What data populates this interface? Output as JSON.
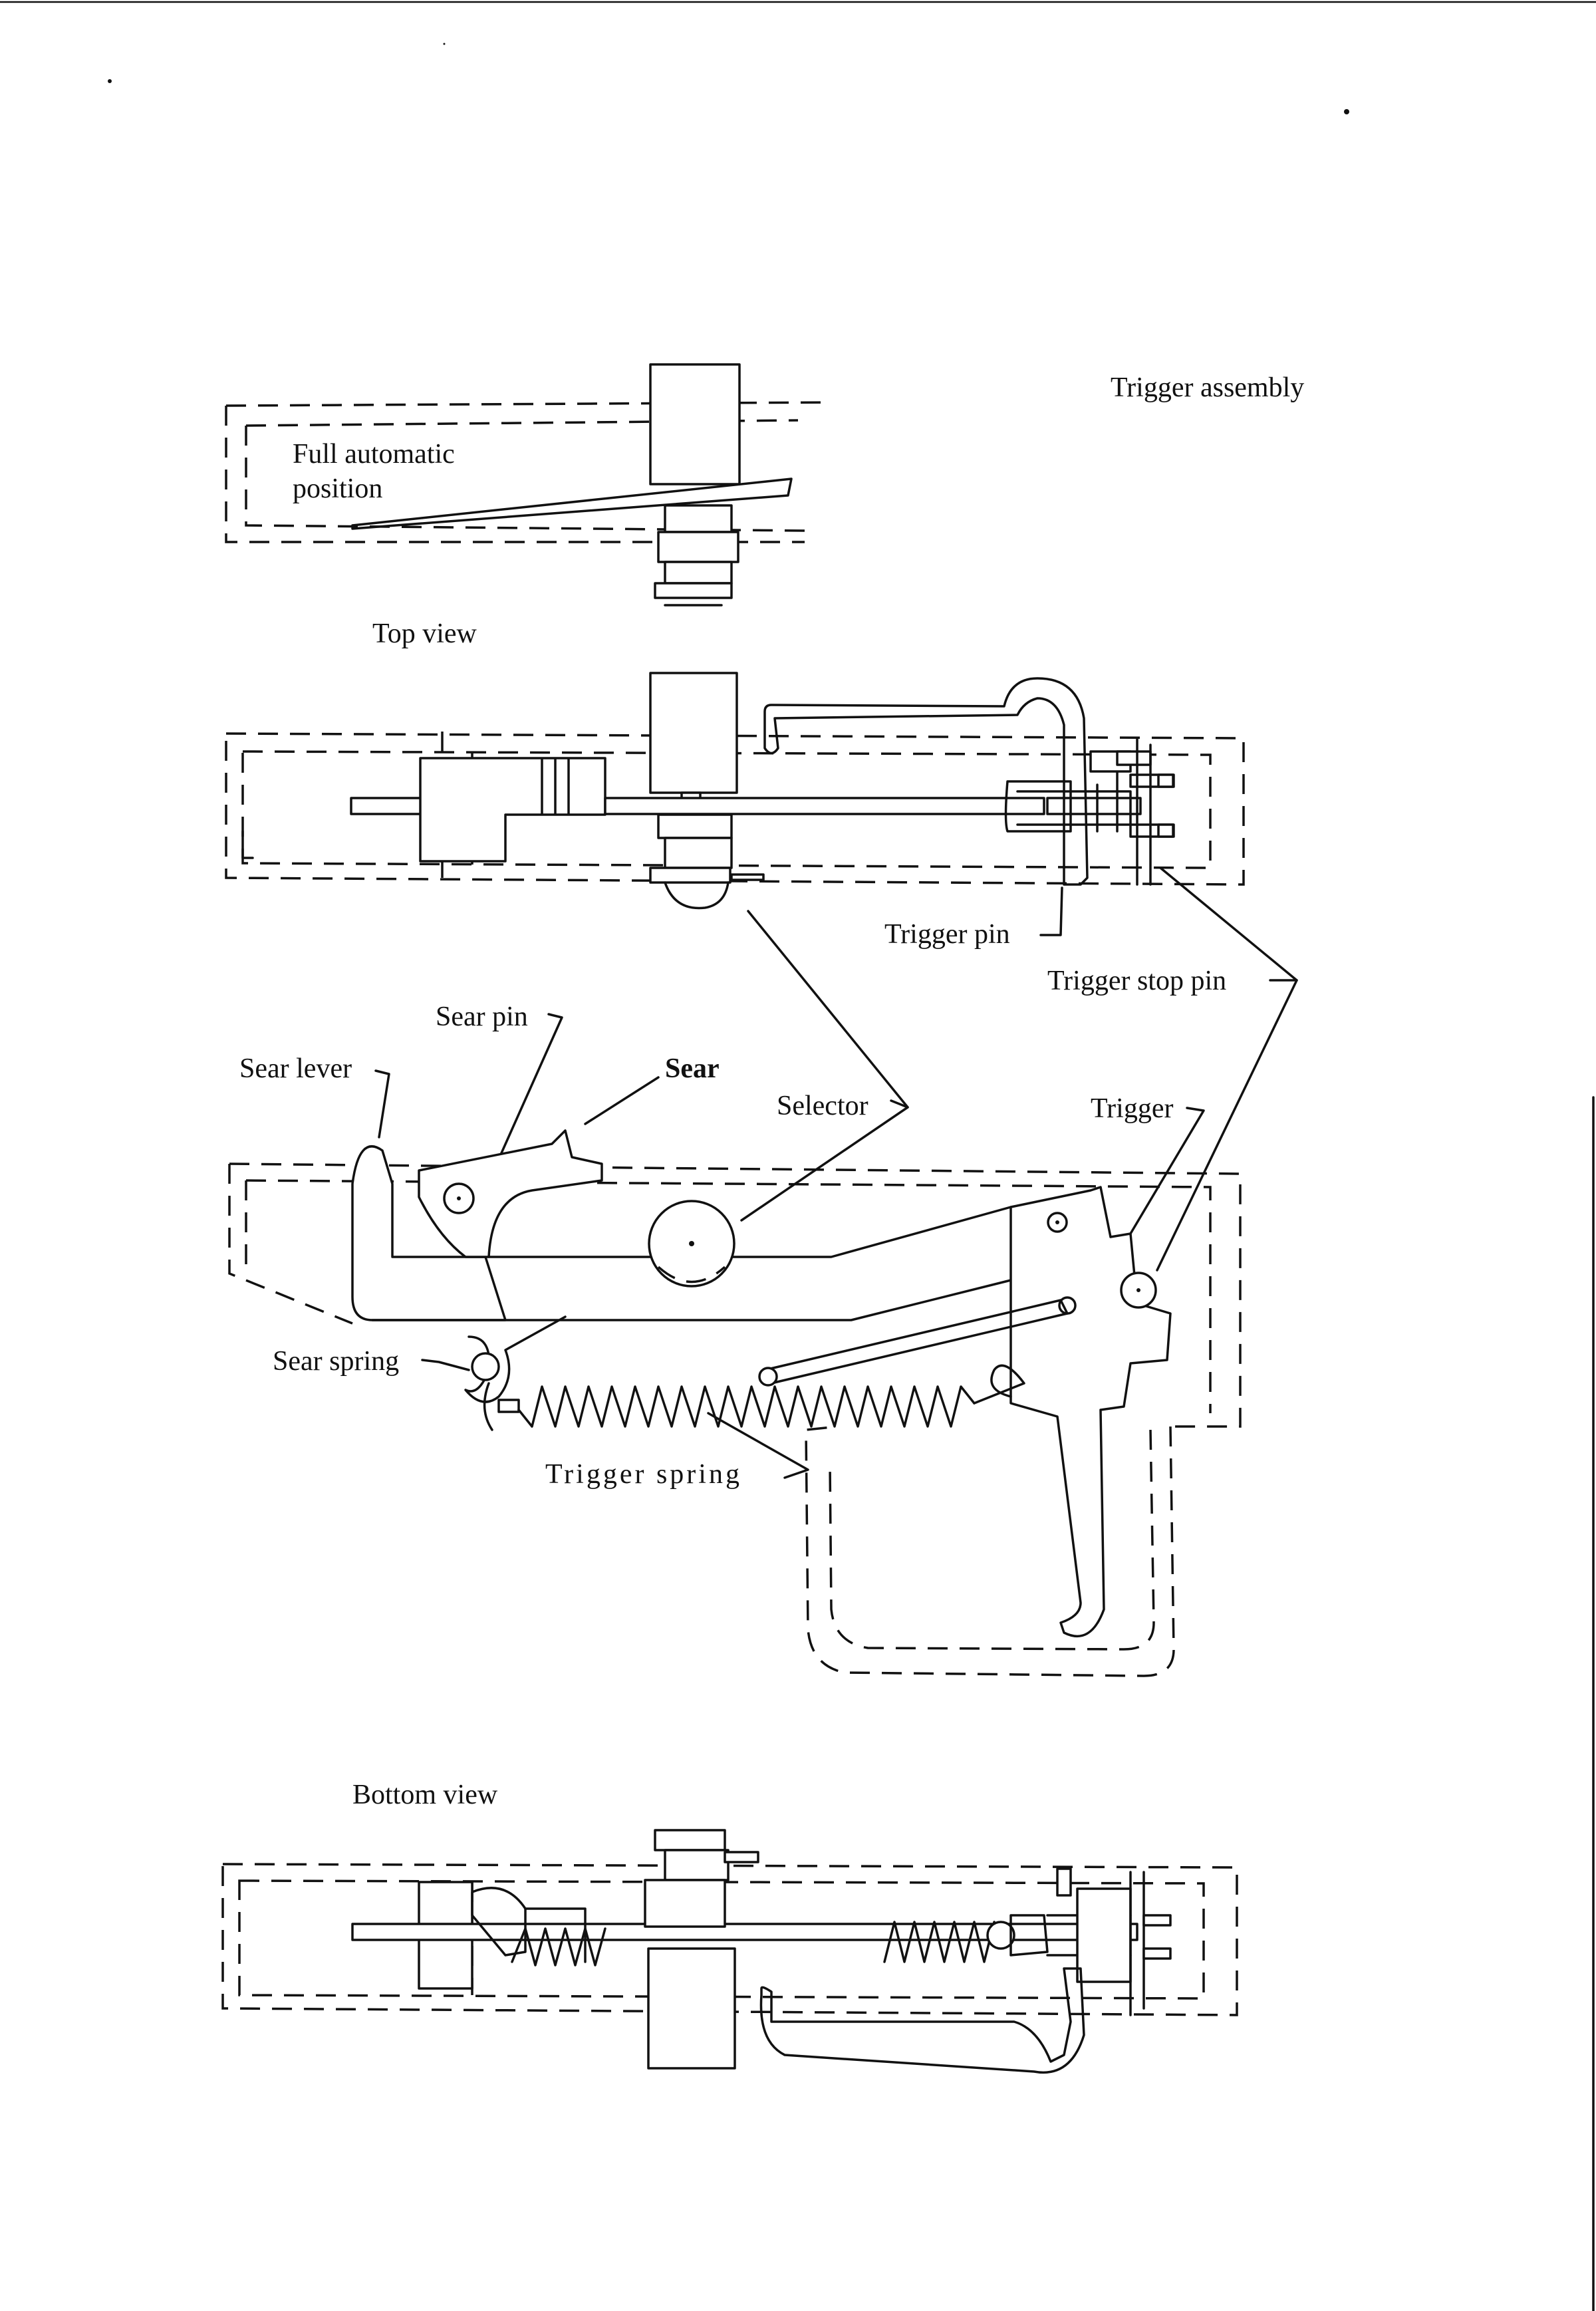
{
  "title": "Trigger assembly",
  "labels": {
    "full_automatic": "Full automatic",
    "position": "position",
    "top_view": "Top view",
    "trigger_pin": "Trigger pin",
    "trigger_stop_pin": "Trigger stop pin",
    "sear_pin": "Sear pin",
    "sear": "Sear",
    "sear_lever": "Sear lever",
    "selector": "Selector",
    "trigger": "Trigger",
    "sear_spring": "Sear spring",
    "trigger_spring": "Trigger spring",
    "bottom_view": "Bottom view"
  }
}
